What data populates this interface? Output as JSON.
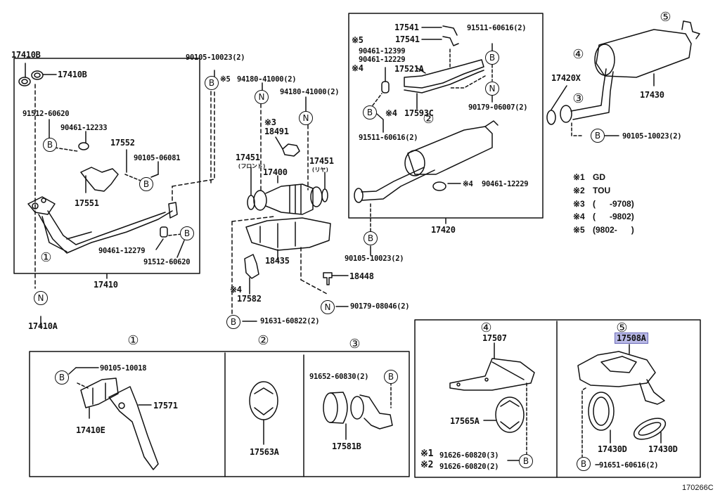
{
  "diagram": {
    "type": "exploded-parts-diagram",
    "subject": "Exhaust pipe and muffler assembly",
    "figure_id": "170266C",
    "highlighted_part": "17508A",
    "highlight_color": "#b9b9e6"
  },
  "callouts": {
    "c1": "①",
    "c2": "②",
    "c3": "③",
    "c4": "④",
    "c5": "⑤"
  },
  "symbols": {
    "bolt": "B",
    "nut": "N"
  },
  "top_left": {
    "gasket_a": "17410B",
    "gasket_b": "17410B",
    "box_label": "17410",
    "clamp_bolt": "91512-60620",
    "clamp": "90461-12233",
    "bracket_upper": "17552",
    "bolt_upper": "90105-06081",
    "bracket_lower": "17551",
    "clamp_lower": "90461-12279",
    "bolt_lower": "91512-60620",
    "nut_label": "17410A"
  },
  "center": {
    "bolt_top": "90105-10023(2)",
    "nut_front_note": "※5",
    "nut_front": "94180-41000(2)",
    "nut_rear": "94180-41000(2)",
    "sensor_note": "※3",
    "sensor": "18491",
    "gasket_front": "17451",
    "gasket_front_sub": "(フロント)",
    "gasket_rear": "17451",
    "gasket_rear_sub": "(リヤ)",
    "converter": "17400",
    "heat_shield": "18435",
    "sensor2": "18448",
    "mount_note": "※4",
    "mount": "17582",
    "nut_lower": "90179-08046(2)",
    "bolt_lower": "91631-60822(2)"
  },
  "center_pipe": {
    "bracket_a": "17541",
    "bracket_b": "17541",
    "bolt_top": "91511-60616(2)",
    "note5": "※5",
    "clamp_a": "90461-12399",
    "clamp_b": "90461-12229",
    "note4": "※4",
    "insulator": "17521A",
    "nut": "90179-06007(2)",
    "insulator_note": "※4",
    "insulator2": "17593C",
    "bolt_lower": "91511-60616(2)",
    "clamp_note": "※4",
    "clamp2": "90461-12229",
    "box_label": "17420",
    "bolt_bottom": "90105-10023(2)"
  },
  "tail": {
    "gasket": "17420X",
    "muffler": "17430",
    "bolt": "90105-10023(2)"
  },
  "notes": [
    {
      "mark": "※1",
      "text": "GD"
    },
    {
      "mark": "※2",
      "text": "TOU"
    },
    {
      "mark": "※3",
      "text": "(      -9708)"
    },
    {
      "mark": "※4",
      "text": "(      -9802)"
    },
    {
      "mark": "※5",
      "text": "(9802-      )"
    }
  ],
  "detail1": {
    "bolt": "90105-10018",
    "bracket": "17410E",
    "support": "17571"
  },
  "detail2": {
    "hanger": "17563A"
  },
  "detail3": {
    "bolt": "91652-60830(2)",
    "mount": "17581B"
  },
  "detail4": {
    "bracket": "17507",
    "hanger": "17565A",
    "note1": "※1",
    "bolt1": "91626-60820(3)",
    "note2": "※2",
    "bolt2": "91626-60820(2)"
  },
  "detail5": {
    "bracket": "17508A",
    "ring_a": "17430D",
    "ring_b": "17430D",
    "bolt": "91651-60616(2)"
  }
}
